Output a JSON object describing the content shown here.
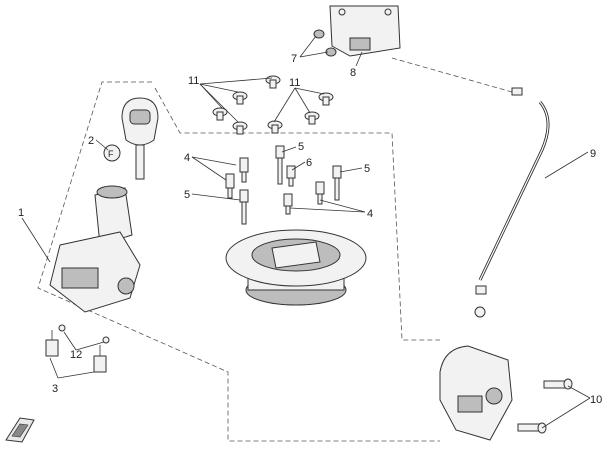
{
  "diagram": {
    "callouts": [
      "1",
      "2",
      "3",
      "4",
      "5",
      "6",
      "7",
      "8",
      "9",
      "10",
      "11",
      "12"
    ]
  },
  "colors": {
    "line": "#333333",
    "fill": "#f2f2f2",
    "shade": "#bdbdbd"
  }
}
